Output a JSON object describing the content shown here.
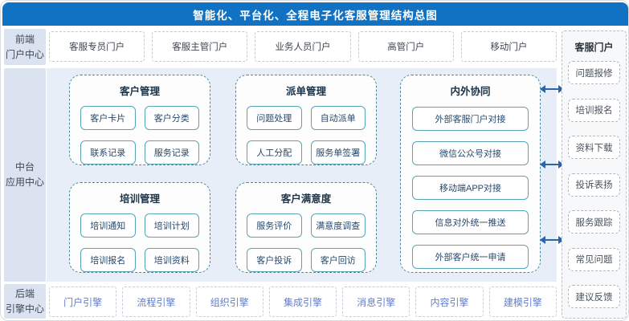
{
  "header": {
    "title": "智能化、平台化、全程电子化客服管理结构总图"
  },
  "left_sections": [
    {
      "line1": "前端",
      "line2": "门户中心"
    },
    {
      "line1": "中台",
      "line2": "应用中心"
    },
    {
      "line1": "后端",
      "line2": "引擎中心"
    }
  ],
  "portals": {
    "items": [
      "客服专员门户",
      "客服主管门户",
      "业务人员门户",
      "高管门户",
      "移动门户"
    ]
  },
  "groups": [
    {
      "title": "客户管理",
      "items": [
        "客户卡片",
        "客户分类",
        "联系记录",
        "服务记录"
      ]
    },
    {
      "title": "派单管理",
      "items": [
        "问题处理",
        "自动派单",
        "人工分配",
        "服务单签署"
      ]
    },
    {
      "title": "内外协同",
      "items": [
        "外部客服门户对接",
        "微信公众号对接",
        "移动端APP对接",
        "信息对外统一推送",
        "外部客户统一申请"
      ]
    },
    {
      "title": "培训管理",
      "items": [
        "培训通知",
        "培训计划",
        "培训报名",
        "培训资料"
      ]
    },
    {
      "title": "客户满意度",
      "items": [
        "服务评价",
        "满意度调查",
        "客户投诉",
        "客户回访"
      ]
    }
  ],
  "sidebar": {
    "title": "客服门户",
    "items": [
      "问题报修",
      "培训报名",
      "资料下载",
      "投诉表扬",
      "服务跟踪",
      "常见问题",
      "建议反馈"
    ]
  },
  "engines": {
    "items": [
      "门户引擎",
      "流程引擎",
      "组织引擎",
      "集成引擎",
      "消息引擎",
      "内容引擎",
      "建模引擎"
    ]
  },
  "arrows": {
    "count": 3,
    "style": "bidirectional-horizontal"
  },
  "colors": {
    "header_bg": "#1171c2",
    "header_text": "#ffffff",
    "panel_bg": "#e7eef8",
    "side_label_bg": "#dce3f0",
    "group_border": "#48889c",
    "item_border": "#57a6b6",
    "item_text": "#27486b",
    "engine_text": "#5f7ed2",
    "arrow": "#2c64a8"
  }
}
